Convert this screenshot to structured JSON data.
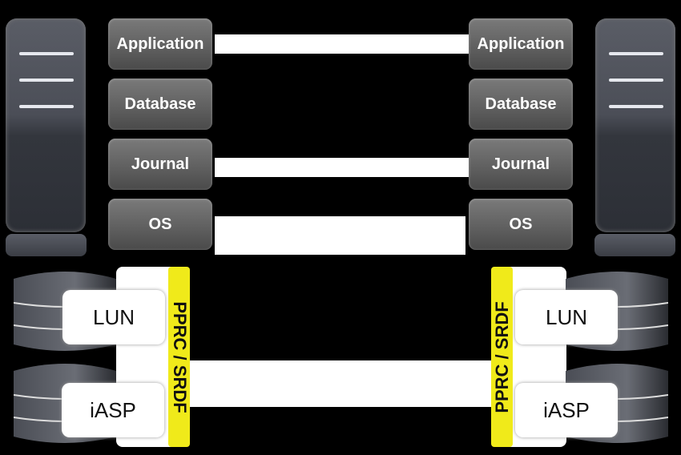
{
  "layers": [
    "Application",
    "Database",
    "Journal",
    "OS"
  ],
  "storage": {
    "lun": "LUN",
    "iasp": "iASP",
    "replication": "PPRC / SRDF"
  },
  "colors": {
    "layer": "#666666",
    "replication": "#f0ea1a",
    "background": "#000000",
    "link": "#ffffff"
  }
}
